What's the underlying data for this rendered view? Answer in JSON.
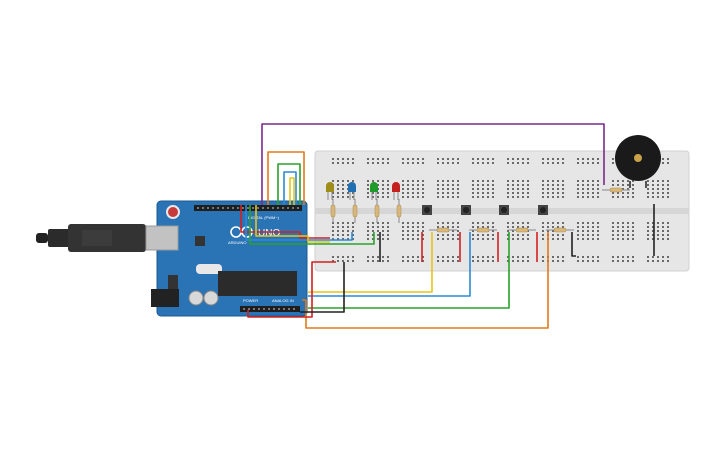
{
  "arduino": {
    "logo_text": "UNO",
    "brand_text": "ARDUINO",
    "digital_label": "DIGITAL (PWM~)",
    "power_label": "POWER",
    "analog_label": "ANALOG IN",
    "chip_color": "#2b2b2b",
    "board_color": "#2a73b5"
  },
  "breadboard": {
    "color": "#e6e6e6",
    "hole_color": "#555555"
  },
  "leds": [
    {
      "name": "yellow-led",
      "color": "#a08c18"
    },
    {
      "name": "blue-led",
      "color": "#1f6fb2"
    },
    {
      "name": "green-led",
      "color": "#1f9a2a"
    },
    {
      "name": "red-led",
      "color": "#c42020"
    }
  ],
  "buzzer": {
    "color": "#1a1a1a",
    "center_color": "#c9a24a"
  },
  "wire_colors": {
    "purple": "#7a2a8a",
    "orange": "#e07b1a",
    "yellow": "#e6c619",
    "green": "#2aa22a",
    "blue": "#2a8ad6",
    "red": "#d42020",
    "black": "#222222"
  }
}
